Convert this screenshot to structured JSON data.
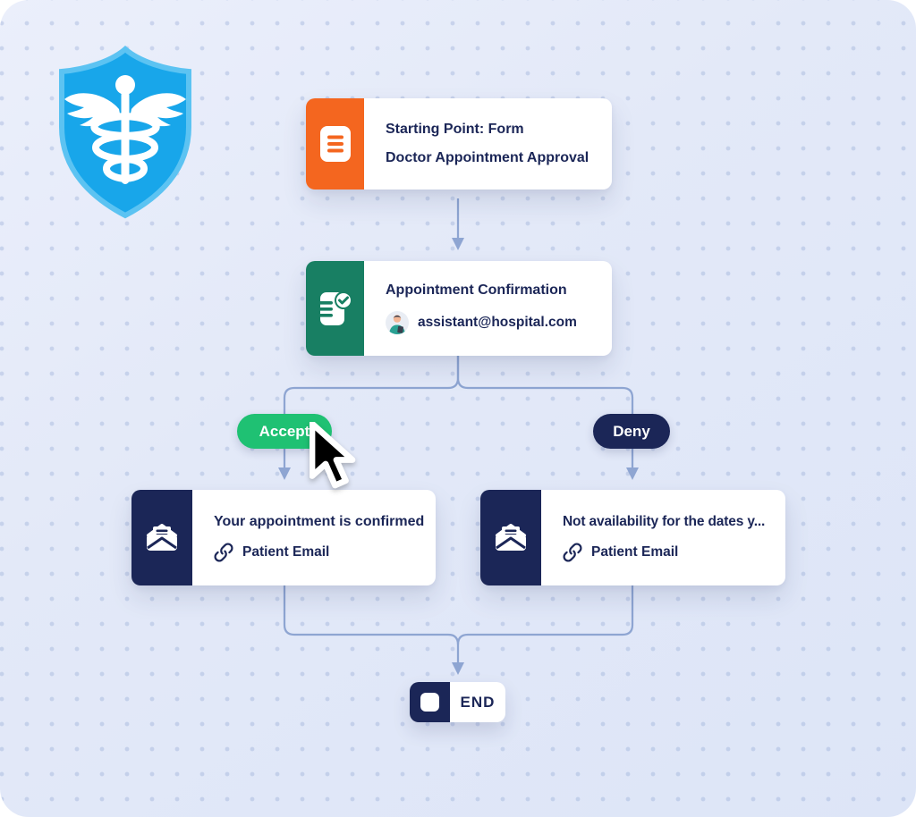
{
  "colors": {
    "navy": "#1b2657",
    "orange": "#f4661f",
    "green": "#187f63",
    "accept_green": "#1fc173",
    "connector": "#8ea5d2",
    "shield_blue": "#18a6ea",
    "shield_border": "#5cc3f2"
  },
  "flow": {
    "start": {
      "title": "Starting Point: Form",
      "name": "Doctor Appointment Approval"
    },
    "confirmation": {
      "title": "Appointment Confirmation",
      "assignee_email": "assistant@hospital.com"
    },
    "branches": {
      "accept": "Accept",
      "deny": "Deny"
    },
    "accept_email": {
      "title": "Your appointment is confirmed",
      "channel": "Patient Email"
    },
    "deny_email": {
      "title": "Not availability for the dates y...",
      "channel": "Patient Email"
    },
    "end": {
      "label": "END"
    }
  }
}
